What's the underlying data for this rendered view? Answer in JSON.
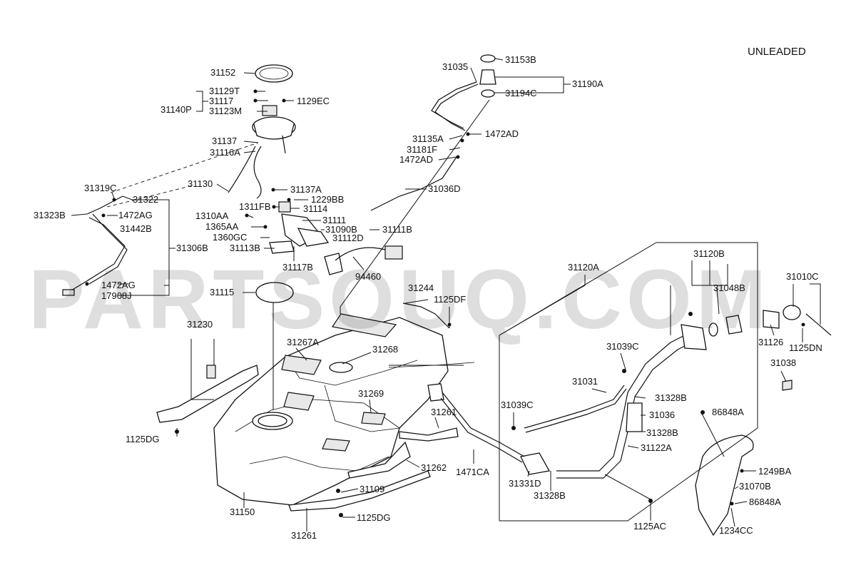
{
  "header": {
    "fuel_type": "UNLEADED"
  },
  "watermark": "PARTSOUQ.COM",
  "labels": {
    "p31153B": "31153B",
    "p31035": "31035",
    "p31190A": "31190A",
    "p31194C": "31194C",
    "p31152": "31152",
    "p31129T": "31129T",
    "p31117": "31117",
    "p1129EC": "1129EC",
    "p31140P": "31140P",
    "p31123M": "31123M",
    "p31137": "31137",
    "p31116A": "31116A",
    "p31135A": "31135A",
    "p1472AD_a": "1472AD",
    "p31181F": "31181F",
    "p1472AD_b": "1472AD",
    "p31130": "31130",
    "p31137A": "31137A",
    "p1229BB": "1229BB",
    "p31036D": "31036D",
    "p31319C": "31319C",
    "p31322": "31322",
    "p1311FB": "1311FB",
    "p31114": "31114",
    "p31323B": "31323B",
    "p1472AG_a": "1472AG",
    "p1310AA": "1310AA",
    "p31111": "31111",
    "p31442B": "31442B",
    "p1365AA": "1365AA",
    "p31090B": "31090B",
    "p31111B": "31111B",
    "p1360GC": "1360GC",
    "p31112D": "31112D",
    "p31306B": "31306B",
    "p31113B": "31113B",
    "p31117B": "31117B",
    "p94460": "94460",
    "p31120A": "31120A",
    "p31120B": "31120B",
    "p31010C": "31010C",
    "p1472AG_b": "1472AG",
    "p17908J": "17908J",
    "p31115": "31115",
    "p31244": "31244",
    "p1125DF": "1125DF",
    "p31048B": "31048B",
    "p31230": "31230",
    "p31126": "31126",
    "p1125DN": "1125DN",
    "p31267A": "31267A",
    "p31268": "31268",
    "p31039C_a": "31039C",
    "p31038": "31038",
    "p31031": "31031",
    "p31269": "31269",
    "p31328B_a": "31328B",
    "p31039C_b": "31039C",
    "p31036": "31036",
    "p86848A_a": "86848A",
    "p31261_a": "31261",
    "p1125DG_a": "1125DG",
    "p31328B_b": "31328B",
    "p31122A": "31122A",
    "p31262": "31262",
    "p1471CA": "1471CA",
    "p31331D": "31331D",
    "p1249BA": "1249BA",
    "p31109": "31109",
    "p31150": "31150",
    "p31328B_c": "31328B",
    "p31070B": "31070B",
    "p1125DG_b": "1125DG",
    "p86848A_b": "86848A",
    "p31261_b": "31261",
    "p1125AC": "1125AC",
    "p1234CC": "1234CC"
  }
}
